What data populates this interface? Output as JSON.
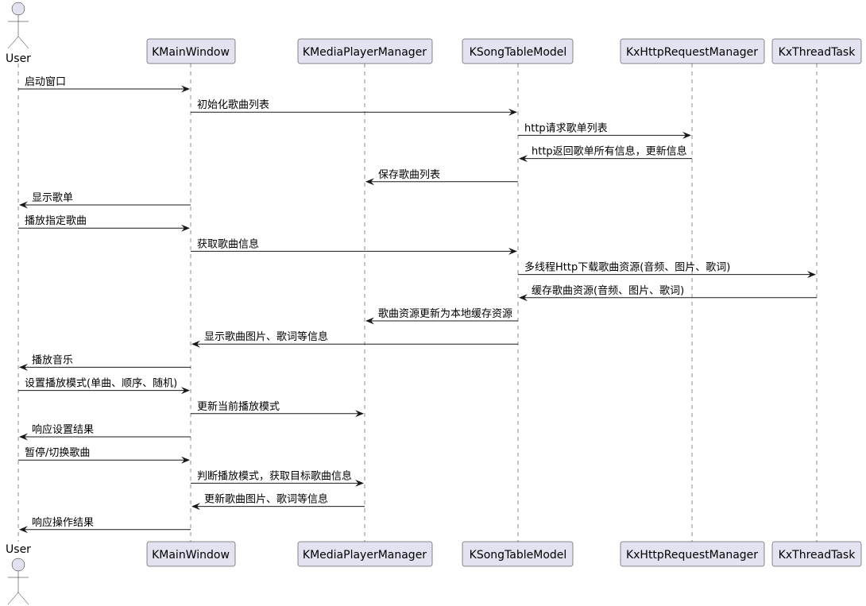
{
  "participants": [
    {
      "id": "user",
      "label": "User",
      "kind": "actor"
    },
    {
      "id": "mainwindow",
      "label": "KMainWindow",
      "kind": "participant"
    },
    {
      "id": "player",
      "label": "KMediaPlayerManager",
      "kind": "participant"
    },
    {
      "id": "songmodel",
      "label": "KSongTableModel",
      "kind": "participant"
    },
    {
      "id": "http",
      "label": "KxHttpRequestManager",
      "kind": "participant"
    },
    {
      "id": "thread",
      "label": "KxThreadTask",
      "kind": "participant"
    }
  ],
  "messages": [
    {
      "from": "user",
      "to": "mainwindow",
      "label": "启动窗口"
    },
    {
      "from": "mainwindow",
      "to": "songmodel",
      "label": "初始化歌曲列表"
    },
    {
      "from": "songmodel",
      "to": "http",
      "label": "http请求歌单列表"
    },
    {
      "from": "http",
      "to": "songmodel",
      "label": "http返回歌单所有信息，更新信息"
    },
    {
      "from": "songmodel",
      "to": "player",
      "label": "保存歌曲列表"
    },
    {
      "from": "mainwindow",
      "to": "user",
      "label": "显示歌单"
    },
    {
      "from": "user",
      "to": "mainwindow",
      "label": "播放指定歌曲"
    },
    {
      "from": "mainwindow",
      "to": "songmodel",
      "label": "获取歌曲信息"
    },
    {
      "from": "songmodel",
      "to": "thread",
      "label": "多线程Http下载歌曲资源(音频、图片、歌词)"
    },
    {
      "from": "thread",
      "to": "songmodel",
      "label": "缓存歌曲资源(音频、图片、歌词)"
    },
    {
      "from": "songmodel",
      "to": "player",
      "label": "歌曲资源更新为本地缓存资源"
    },
    {
      "from": "songmodel",
      "to": "mainwindow",
      "label": "显示歌曲图片、歌词等信息"
    },
    {
      "from": "mainwindow",
      "to": "user",
      "label": "播放音乐"
    },
    {
      "from": "user",
      "to": "mainwindow",
      "label": "设置播放模式(单曲、顺序、随机)"
    },
    {
      "from": "mainwindow",
      "to": "player",
      "label": "更新当前播放模式"
    },
    {
      "from": "mainwindow",
      "to": "user",
      "label": "响应设置结果"
    },
    {
      "from": "user",
      "to": "mainwindow",
      "label": "暂停/切换歌曲"
    },
    {
      "from": "mainwindow",
      "to": "player",
      "label": "判断播放模式，获取目标歌曲信息"
    },
    {
      "from": "player",
      "to": "mainwindow",
      "label": "更新歌曲图片、歌词等信息"
    },
    {
      "from": "mainwindow",
      "to": "user",
      "label": "响应操作结果"
    }
  ]
}
